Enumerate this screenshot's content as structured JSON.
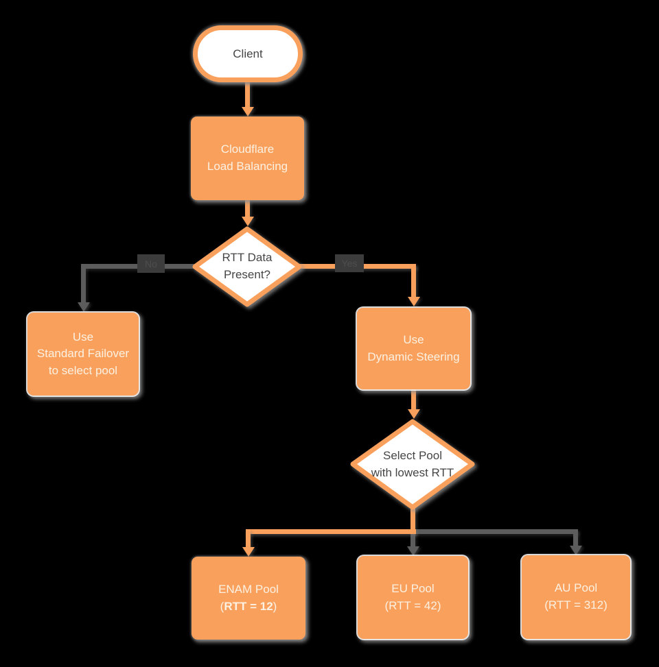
{
  "colors": {
    "orange": "#F9A05C",
    "connector_gray": "#5C5C5C",
    "node_text_light": "#FCF1E2",
    "node_text_dark": "#454545",
    "background": "#000000",
    "edge_label_bg": "#3C3C3C",
    "edge_label_text": "#4E4E4E"
  },
  "nodes": {
    "client": {
      "label": "Client"
    },
    "load_balancing": {
      "label": "Cloudflare\nLoad Balancing"
    },
    "rtt_decision": {
      "label": "RTT Data\nPresent?"
    },
    "standard_failover": {
      "label": "Use\nStandard Failover\nto select pool"
    },
    "dynamic_steering": {
      "label": "Use\nDynamic Steering"
    },
    "select_pool": {
      "label": "Select Pool\nwith lowest RTT"
    },
    "enam_pool": {
      "line1": "ENAM Pool",
      "line2_prefix": "(",
      "line2_bold": "RTT = 12",
      "line2_suffix": ")"
    },
    "eu_pool": {
      "label": "EU Pool\n(RTT = 42)"
    },
    "au_pool": {
      "label": "AU Pool\n(RTT = 312)"
    }
  },
  "edges": {
    "no_label": "No",
    "yes_label": "Yes"
  }
}
